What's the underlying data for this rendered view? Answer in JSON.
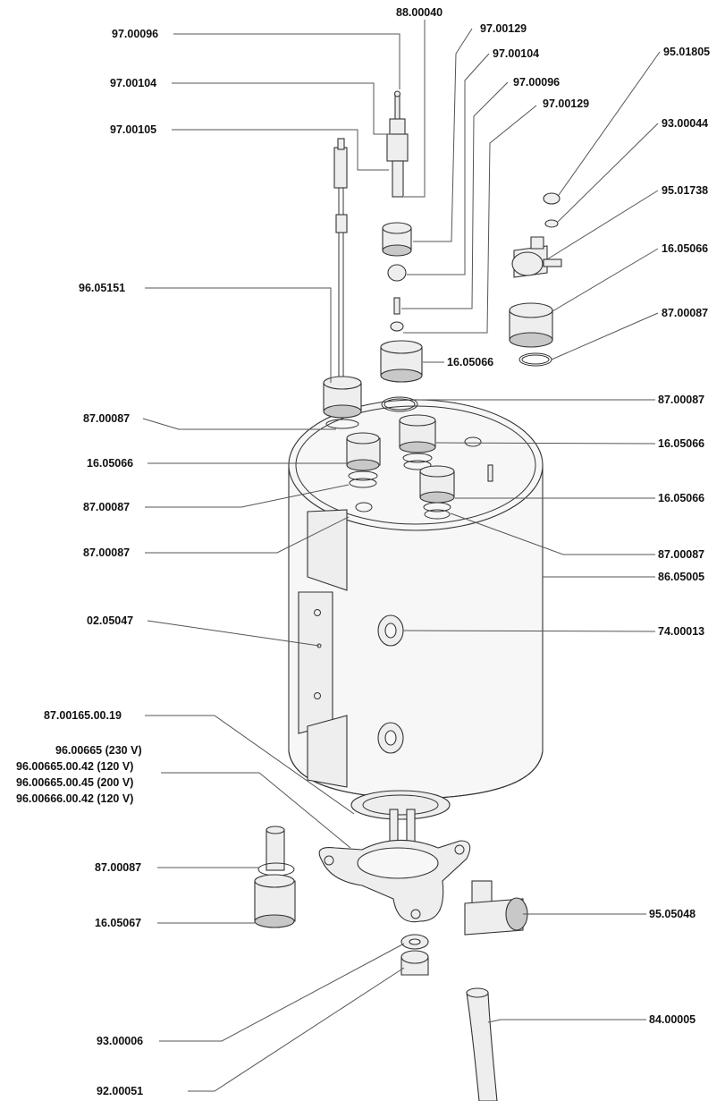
{
  "labels": {
    "p88_00040": "88.00040",
    "p97_00096_a": "97.00096",
    "p97_00129_a": "97.00129",
    "p97_00104_a": "97.00104",
    "p97_00104_b": "97.00104",
    "p97_00096_b": "97.00096",
    "p97_00105": "97.00105",
    "p97_00129_b": "97.00129",
    "p95_01805": "95.01805",
    "p93_00044": "93.00044",
    "p95_01738": "95.01738",
    "p16_05066_a": "16.05066",
    "p87_00087_a": "87.00087",
    "p96_05151": "96.05151",
    "p16_05066_b": "16.05066",
    "p87_00087_b": "87.00087",
    "p87_00087_c": "87.00087",
    "p16_05066_c": "16.05066",
    "p16_05066_d": "16.05066",
    "p87_00087_d": "87.00087",
    "p16_05066_e": "16.05066",
    "p87_00087_e": "87.00087",
    "p87_00087_f": "87.00087",
    "p86_05005": "86.05005",
    "p02_05047": "02.05047",
    "p74_00013": "74.00013",
    "p87_00165": "87.00165.00.19",
    "p96_00665_230": "96.00665 (230 V)",
    "p96_00665_120": "96.00665.00.42 (120 V)",
    "p96_00665_200": "96.00665.00.45 (200 V)",
    "p96_00666_120": "96.00666.00.42 (120 V)",
    "p87_00087_g": "87.00087",
    "p16_05067": "16.05067",
    "p95_05048": "95.05048",
    "p93_00006": "93.00006",
    "p84_00005": "84.00005",
    "p92_00051": "92.00051"
  }
}
